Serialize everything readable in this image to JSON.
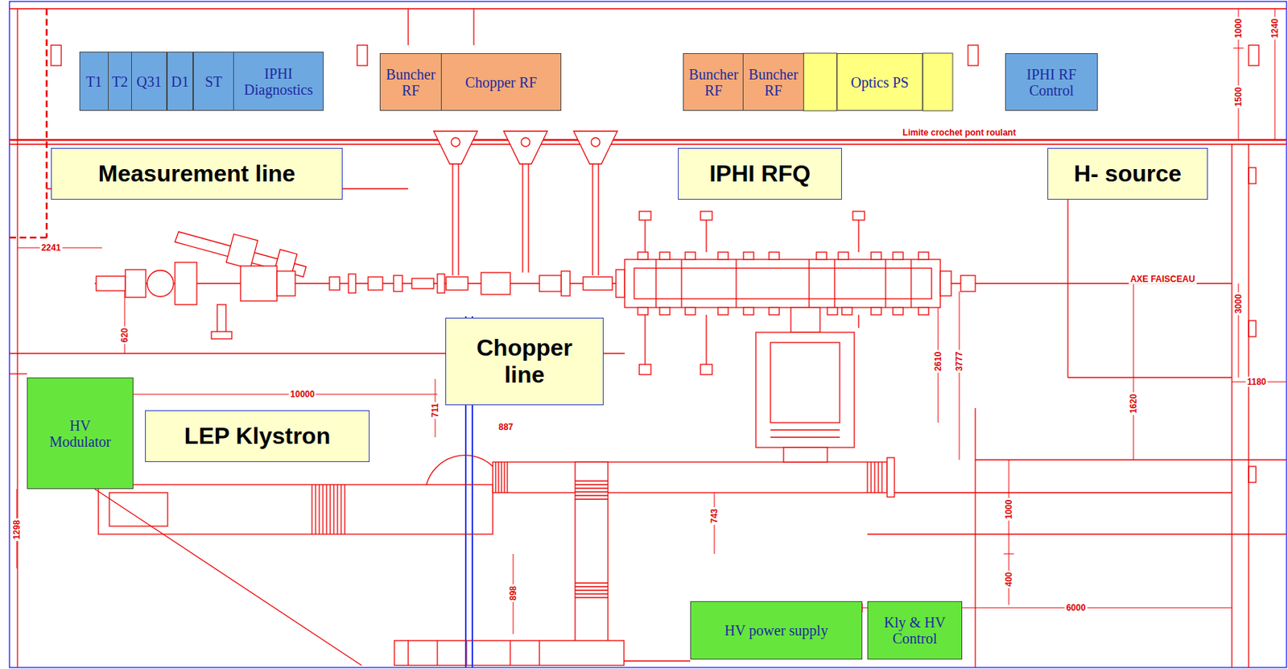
{
  "diagram": {
    "nodes": [
      {
        "text": [
          "T1"
        ]
      },
      {
        "text": [
          "T2"
        ]
      },
      {
        "text": [
          "Q31"
        ]
      },
      {
        "text": [
          "D1"
        ]
      },
      {
        "text": [
          "ST"
        ]
      },
      {
        "text": [
          "IPHI Diagnostics"
        ]
      },
      {
        "text": [
          "Buncher RF"
        ]
      },
      {
        "text": [
          "Chopper RF"
        ]
      },
      {
        "text": [
          "Buncher RF"
        ]
      },
      {
        "text": [
          "Buncher RF"
        ]
      },
      {
        "text": [
          "Optics PS"
        ]
      },
      {
        "text": [
          "IPHI RF Control"
        ]
      },
      {
        "text": [
          "Measurement line"
        ]
      },
      {
        "text": [
          "IPHI RFQ"
        ]
      },
      {
        "text": [
          "H- source"
        ]
      },
      {
        "text": [
          "Chopper line"
        ]
      },
      {
        "text": [
          "HV Modulator"
        ]
      },
      {
        "text": [
          "LEP Klystron"
        ]
      },
      {
        "text": [
          "HV power supply"
        ]
      },
      {
        "text": [
          "Kly & HV Control"
        ]
      }
    ],
    "labels": [
      "1000",
      "1240",
      "1500",
      "Limite crochet pont roulant",
      "2241",
      "620",
      "AXE FAISCEAU",
      "3000",
      "711",
      "2610",
      "3777",
      "10000",
      "887",
      "1180",
      "1620",
      "1298",
      "743",
      "1000",
      "400",
      "898",
      "6000"
    ]
  }
}
